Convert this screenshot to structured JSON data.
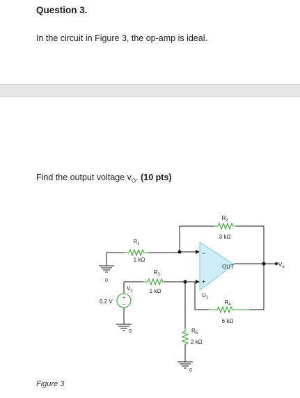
{
  "question": {
    "title": "Question 3.",
    "statement": "In the circuit in Figure 3, the op-amp is ideal.",
    "find_prefix": "Find the output voltage v",
    "find_sub": "O",
    "find_dot": ".",
    "points": "(10 pts)"
  },
  "figure": {
    "caption": "Figure 3",
    "r1_name": "R",
    "r1_sub": "1",
    "r1_value": "1 kΩ",
    "r2_name": "R",
    "r2_sub": "2",
    "r2_value": "3 kΩ",
    "r3_name": "R",
    "r3_sub": "3",
    "r3_value": "1 kΩ",
    "r4_name": "R",
    "r4_sub": "4",
    "r4_value": "6 kΩ",
    "r5_name": "R",
    "r5_sub": "5",
    "r5_value": "2 kΩ",
    "source_name": "V",
    "source_sub": "s",
    "source_value": "0.2 V",
    "opamp_label": "OUT",
    "opamp_name": "U",
    "opamp_sub": "1",
    "output_name": "V",
    "output_sub": "o",
    "ground_label": "0",
    "minus_sign": "−",
    "plus_sign": "+",
    "src_plus": "+",
    "src_minus": "−"
  },
  "colors": {
    "opamp_fill": "#cdeef8",
    "opamp_stroke": "#7cc6e0",
    "resistor": "#3aa635",
    "wire": "#1a1a1a"
  }
}
